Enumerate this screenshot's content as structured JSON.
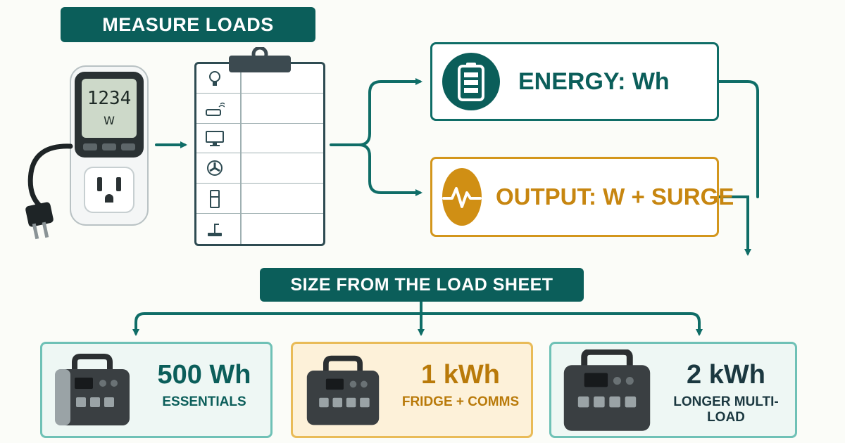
{
  "header": {
    "title": "MEASURE LOADS"
  },
  "meter": {
    "reading": "1234",
    "unit": "W"
  },
  "load_sheet": {
    "rows": [
      {
        "icon": "lightbulb-icon"
      },
      {
        "icon": "router-icon"
      },
      {
        "icon": "monitor-icon"
      },
      {
        "icon": "fan-icon"
      },
      {
        "icon": "fridge-icon"
      },
      {
        "icon": "tool-icon"
      }
    ]
  },
  "metrics": {
    "energy": {
      "title": "ENERGY: Wh",
      "icon": "battery-icon",
      "color": "#0b5e5a"
    },
    "output": {
      "title": "OUTPUT: W + SURGE",
      "icon": "pulse-icon",
      "color": "#d08f14"
    }
  },
  "sizing": {
    "title": "SIZE FROM THE LOAD SHEET"
  },
  "options": [
    {
      "capacity": "500 Wh",
      "label": "ESSENTIALS"
    },
    {
      "capacity": "1 kWh",
      "label": "FRIDGE + COMMS"
    },
    {
      "capacity": "2 kWh",
      "label": "LONGER MULTI-LOAD"
    }
  ],
  "colors": {
    "teal": "#0b5e5a",
    "amber": "#d08f14",
    "teal_light": "#6fc1b6"
  }
}
